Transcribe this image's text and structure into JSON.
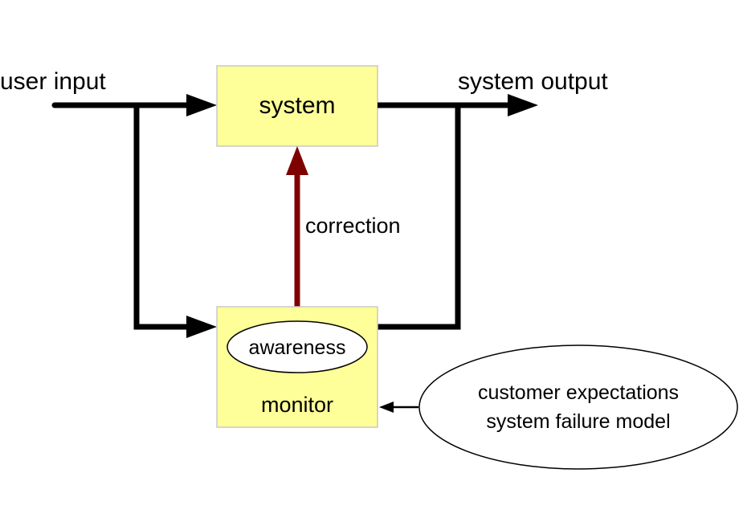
{
  "diagram": {
    "input_label": "user input",
    "output_label": "system output",
    "system_label": "system",
    "correction_label": "correction",
    "monitor_label": "monitor",
    "awareness_label": "awareness",
    "knowledge_line1": "customer expectations",
    "knowledge_line2": "system failure model"
  },
  "colors": {
    "box_fill": "#FFFF99",
    "box_stroke": "#C8C8C8",
    "line": "#000000",
    "correction_arrow": "#7F0000",
    "ellipse_fill": "#FFFFFF",
    "ellipse_stroke": "#000000"
  }
}
